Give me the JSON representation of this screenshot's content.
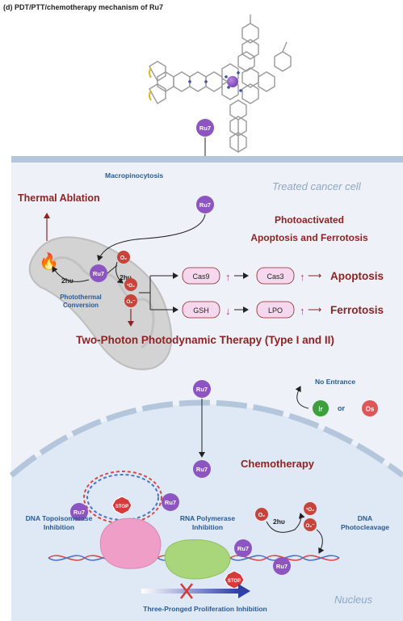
{
  "header": {
    "title": "(d) PDT/PTT/chemotherapy mechanism of Ru7"
  },
  "colors": {
    "dark_red": "#8e2323",
    "blue_text": "#2a5a96",
    "ru_purple": "#8d55c2",
    "ox_red": "#c8443b",
    "cell_bg": "#eef2f8",
    "nucleus_bg": "#dfe9f5",
    "membrane": "#b4c6dc",
    "ir_green": "#3f9f3f",
    "os_red": "#e05656"
  },
  "labels": {
    "ru7": "Ru7",
    "macropinocytosis": "Macropinocytosis",
    "treated_cell": "Treated cancer cell",
    "thermal_ablation": "Thermal Ablation",
    "photoactivated_line1": "Photoactivated",
    "photoactivated_line2": "Apoptosis and Ferrotosis",
    "two_hv": "2hυ",
    "photothermal_line1": "Photothermal",
    "photothermal_line2": "Conversion",
    "o2": "O₂",
    "singlet_o2": "¹O₂",
    "superoxide": "O₂⁻",
    "cas9": "Cas9",
    "cas3": "Cas3",
    "gsh": "GSH",
    "lpo": "LPO",
    "apoptosis": "Apoptosis",
    "ferrotosis": "Ferrotosis",
    "two_photon_pdt": "Two-Photon Photodynamic Therapy (Type I and II)",
    "no_entrance": "No Entrance",
    "ir": "Ir",
    "or": "or",
    "os": "Os",
    "chemotherapy": "Chemotherapy",
    "stop": "STOP",
    "dna_topo_line1": "DNA Topoisomerase",
    "dna_topo_line2": "Inhibition",
    "rna_pol_line1": "RNA Polymerase",
    "rna_pol_line2": "Inhibition",
    "dna_photo_line1": "DNA",
    "dna_photo_line2": "Photocleavage",
    "three_pronged": "Three-Pronged Proliferation Inhibition",
    "nucleus": "Nucleus"
  }
}
